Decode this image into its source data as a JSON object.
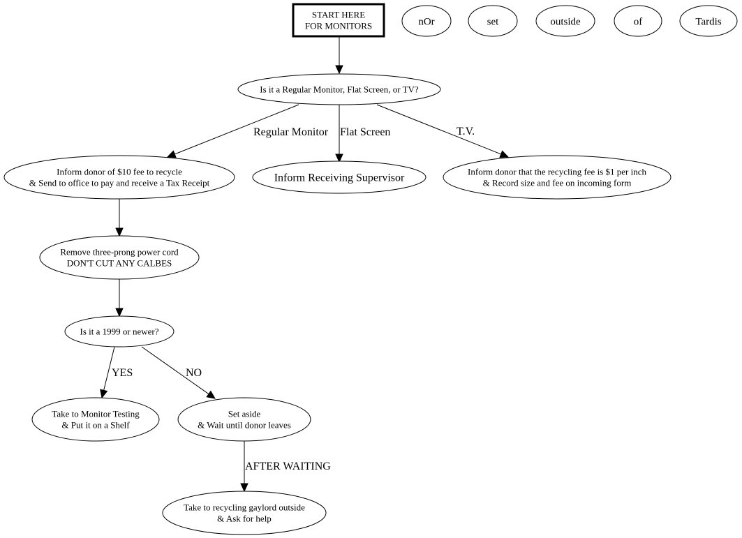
{
  "title": "START HERE FOR MONITORS",
  "nodes": {
    "start": {
      "lines": [
        "START HERE",
        "FOR MONITORS"
      ],
      "shape": "box"
    },
    "legend_nor": {
      "lines": [
        "nOr"
      ],
      "shape": "ellipse"
    },
    "legend_set": {
      "lines": [
        "set"
      ],
      "shape": "ellipse"
    },
    "legend_outside": {
      "lines": [
        "outside"
      ],
      "shape": "ellipse"
    },
    "legend_of": {
      "lines": [
        "of"
      ],
      "shape": "ellipse"
    },
    "legend_tardis": {
      "lines": [
        "Tardis"
      ],
      "shape": "ellipse"
    },
    "type_question": {
      "lines": [
        "Is it a Regular Monitor, Flat Screen, or TV?"
      ],
      "shape": "ellipse"
    },
    "regular_fee": {
      "lines": [
        "Inform donor of $10 fee to recycle",
        "& Send to office to pay and receive a Tax Receipt"
      ],
      "shape": "ellipse"
    },
    "receiving_supervisor": {
      "lines": [
        "Inform Receiving Supervisor"
      ],
      "shape": "ellipse"
    },
    "tv_fee": {
      "lines": [
        "Inform donor that the recycling fee is $1 per inch",
        "& Record size and fee on incoming form"
      ],
      "shape": "ellipse"
    },
    "remove_cord": {
      "lines": [
        "Remove three-prong power cord",
        "DON'T CUT ANY CALBES"
      ],
      "shape": "ellipse"
    },
    "year_question": {
      "lines": [
        "Is it a 1999 or newer?"
      ],
      "shape": "ellipse"
    },
    "monitor_testing": {
      "lines": [
        "Take to Monitor Testing",
        "& Put it on a Shelf"
      ],
      "shape": "ellipse"
    },
    "set_aside": {
      "lines": [
        "Set aside",
        "& Wait until donor leaves"
      ],
      "shape": "ellipse"
    },
    "gaylord": {
      "lines": [
        "Take to recycling gaylord outside",
        "& Ask for help"
      ],
      "shape": "ellipse"
    }
  },
  "edges": [
    {
      "from": "start",
      "to": "type_question",
      "label": ""
    },
    {
      "from": "type_question",
      "to": "regular_fee",
      "label": "Regular Monitor"
    },
    {
      "from": "type_question",
      "to": "receiving_supervisor",
      "label": "Flat Screen"
    },
    {
      "from": "type_question",
      "to": "tv_fee",
      "label": "T.V."
    },
    {
      "from": "regular_fee",
      "to": "remove_cord",
      "label": ""
    },
    {
      "from": "remove_cord",
      "to": "year_question",
      "label": ""
    },
    {
      "from": "year_question",
      "to": "monitor_testing",
      "label": "YES"
    },
    {
      "from": "year_question",
      "to": "set_aside",
      "label": "NO"
    },
    {
      "from": "set_aside",
      "to": "gaylord",
      "label": "AFTER WAITING"
    }
  ]
}
